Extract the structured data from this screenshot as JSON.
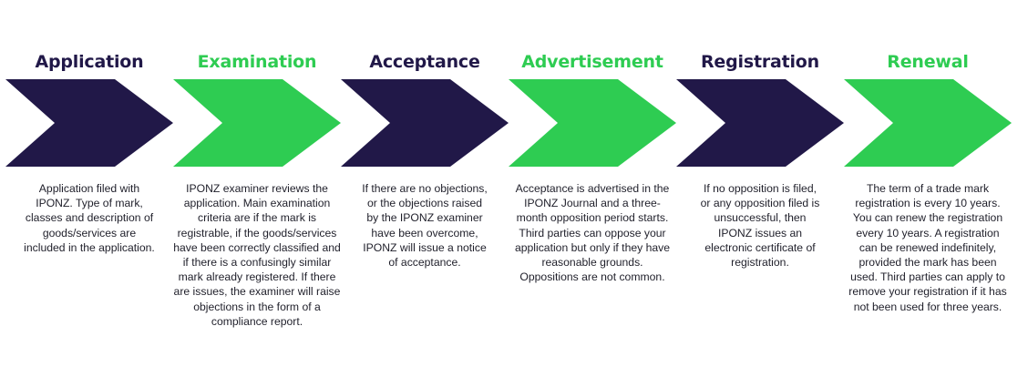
{
  "colors": {
    "navy": "#211848",
    "green": "#2ecc52",
    "text": "#1f1f2a"
  },
  "steps": [
    {
      "title": "Application",
      "color": "navy",
      "icon": "chevron-arrow-icon",
      "lines": [
        "Application filed with",
        "IPONZ. Type of mark,",
        "classes and description of",
        "goods/services are",
        "included in the application."
      ]
    },
    {
      "title": "Examination",
      "color": "green",
      "icon": "chevron-arrow-icon",
      "lines": [
        "IPONZ examiner reviews the",
        "application. Main examination",
        "criteria are if the mark is",
        "registrable, if the goods/services",
        "have been correctly classified and",
        "if there is a confusingly similar",
        "mark already registered. If there",
        "are issues, the examiner will raise",
        "objections in the form of a",
        "compliance report."
      ]
    },
    {
      "title": "Acceptance",
      "color": "navy",
      "icon": "chevron-arrow-icon",
      "lines": [
        "If there are no objections,",
        "or the objections raised",
        "by the IPONZ examiner",
        "have been overcome,",
        "IPONZ will issue a notice",
        "of acceptance."
      ]
    },
    {
      "title": "Advertisement",
      "color": "green",
      "icon": "chevron-arrow-icon",
      "lines": [
        "Acceptance is advertised in the",
        "IPONZ Journal and a three-",
        "month opposition period starts.",
        "Third parties can oppose your",
        "application but only if they have",
        "reasonable grounds.",
        "Oppositions are not common."
      ]
    },
    {
      "title": "Registration",
      "color": "navy",
      "icon": "chevron-arrow-icon",
      "lines": [
        "If no opposition is filed,",
        "or any opposition filed is",
        "unsuccessful, then",
        "IPONZ issues an",
        "electronic certificate of",
        "registration."
      ]
    },
    {
      "title": "Renewal",
      "color": "green",
      "icon": "chevron-arrow-icon",
      "lines": [
        "The term of a trade mark",
        "registration is every 10 years.",
        "You can renew the registration",
        "every 10 years. A registration",
        "can be renewed indefinitely,",
        "provided the mark has been",
        "used. Third parties can apply to",
        "remove your registration if it has",
        "not been used for three years."
      ]
    }
  ]
}
